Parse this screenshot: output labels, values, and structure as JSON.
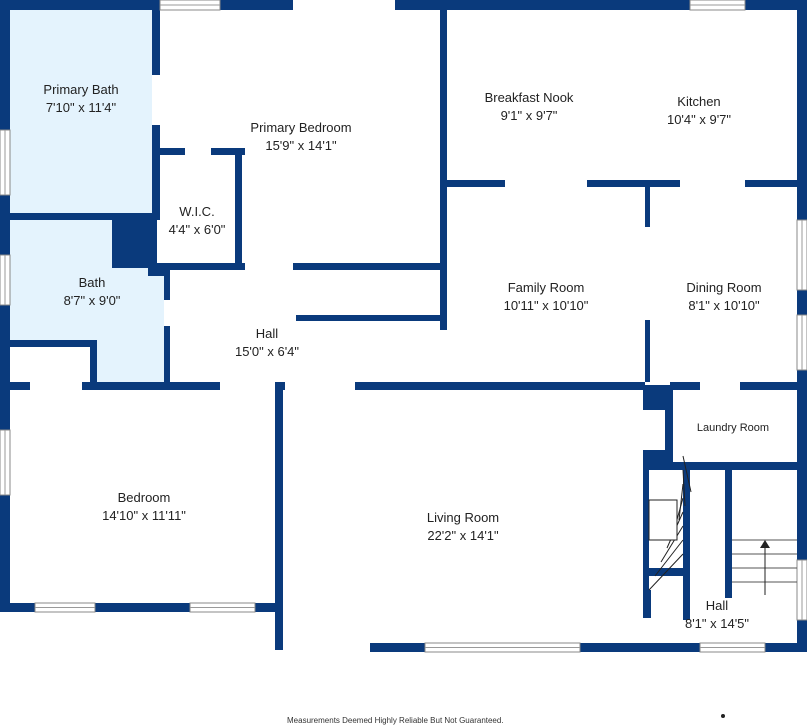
{
  "rooms": [
    {
      "name": "Primary Bath",
      "dims": "7'10\" x 11'4\""
    },
    {
      "name": "Primary Bedroom",
      "dims": "15'9\" x 14'1\""
    },
    {
      "name": "W.I.C.",
      "dims": "4'4\" x 6'0\""
    },
    {
      "name": "Bath",
      "dims": "8'7\" x 9'0\""
    },
    {
      "name": "Hall",
      "dims": "15'0\" x 6'4\""
    },
    {
      "name": "Breakfast Nook",
      "dims": "9'1\" x 9'7\""
    },
    {
      "name": "Kitchen",
      "dims": "10'4\" x 9'7\""
    },
    {
      "name": "Family Room",
      "dims": "10'11\" x 10'10\""
    },
    {
      "name": "Dining Room",
      "dims": "8'1\" x 10'10\""
    },
    {
      "name": "Laundry Room",
      "dims": ""
    },
    {
      "name": "Bedroom",
      "dims": "14'10\" x 11'11\""
    },
    {
      "name": "Living Room",
      "dims": "22'2\" x 14'1\""
    },
    {
      "name": "Hall",
      "dims": "8'1\" x 14'5\""
    }
  ],
  "footer_note": "Measurements Deemed Highly Reliable But Not Guaranteed.",
  "colors": {
    "wall": "#0a3a7c",
    "wet_room": "#e4f3fd",
    "window": "#ffffff"
  }
}
